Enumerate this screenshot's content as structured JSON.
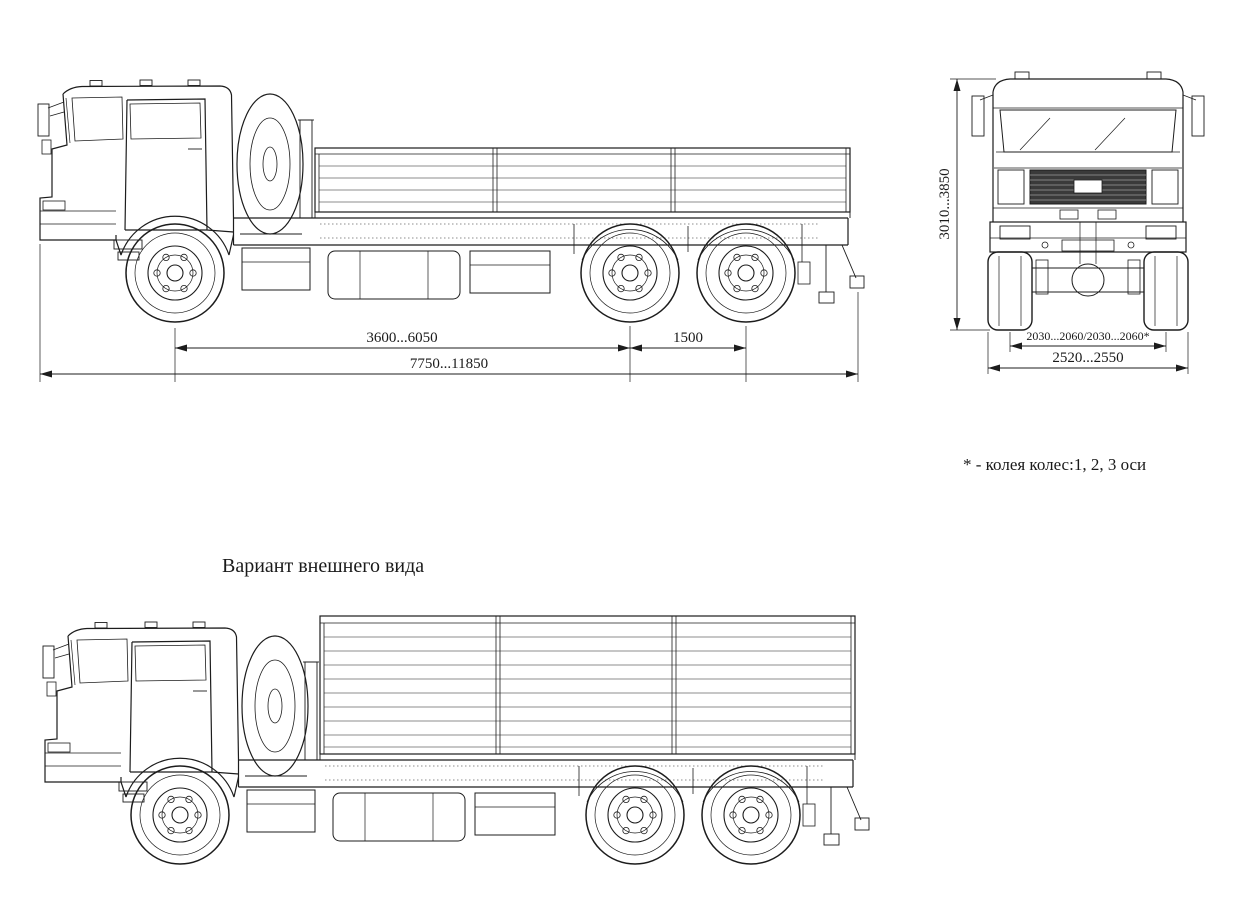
{
  "page": {
    "background_color": "#ffffff",
    "line_color": "#1c1c1c",
    "description": "Technical drawing of a 6x6 flatbed truck: side view, front view, dimensions, and appearance variant side view"
  },
  "side_view": {
    "name": "side view with dimensions",
    "dim_wheelbase": "3600...6050",
    "dim_rear_bogie": "1500",
    "dim_overall_length": "7750...11850"
  },
  "front_view": {
    "name": "front view with dimensions",
    "dim_height": "3010...3850",
    "dim_wheel_track": "2030...2060/2030...2060*",
    "dim_overall_width": "2520...2550"
  },
  "footnote": "* - колея колес:1, 2, 3 оси",
  "variant_view": {
    "label": "Вариант внешнего вида"
  }
}
